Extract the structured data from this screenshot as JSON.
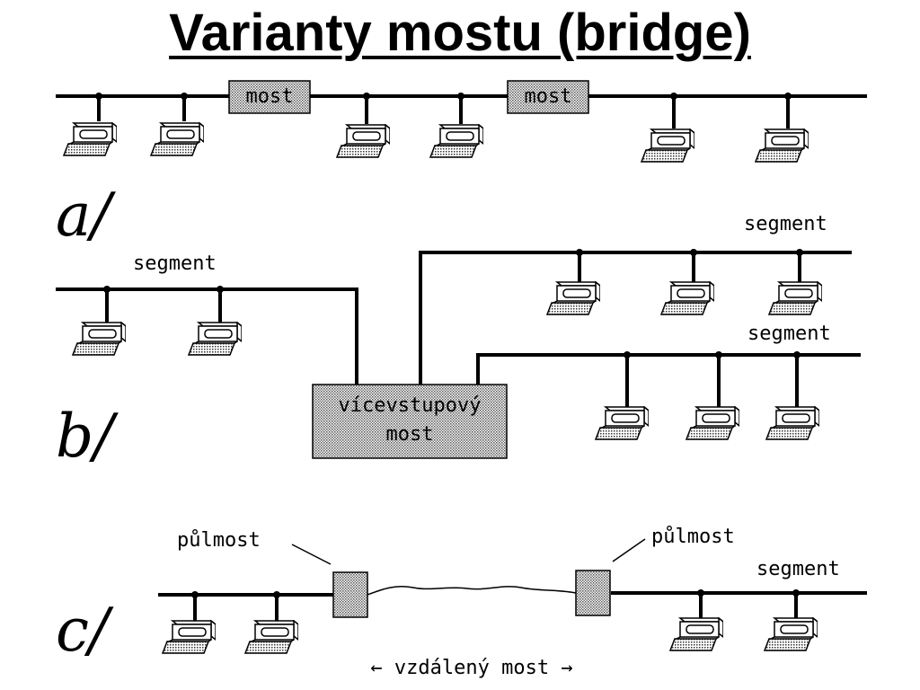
{
  "title": "Varianty mostu (bridge)",
  "variants": {
    "a": {
      "label": "a/",
      "bridge1_label": "most",
      "bridge2_label": "most"
    },
    "b": {
      "label": "b/",
      "segment_left_label": "segment",
      "segment_top_right_label": "segment",
      "segment_mid_right_label": "segment",
      "multiport_bridge_line1": "vícevstupový",
      "multiport_bridge_line2": "most"
    },
    "c": {
      "label": "c/",
      "half_bridge_left_label": "půlmost",
      "half_bridge_right_label": "půlmost",
      "segment_label": "segment",
      "remote_bridge_label": "← vzdálený most →"
    }
  },
  "colors": {
    "line": "#000000",
    "box_fill": "#d8d8d8",
    "background": "#ffffff"
  },
  "icons": [
    "computer-terminal-icon"
  ]
}
